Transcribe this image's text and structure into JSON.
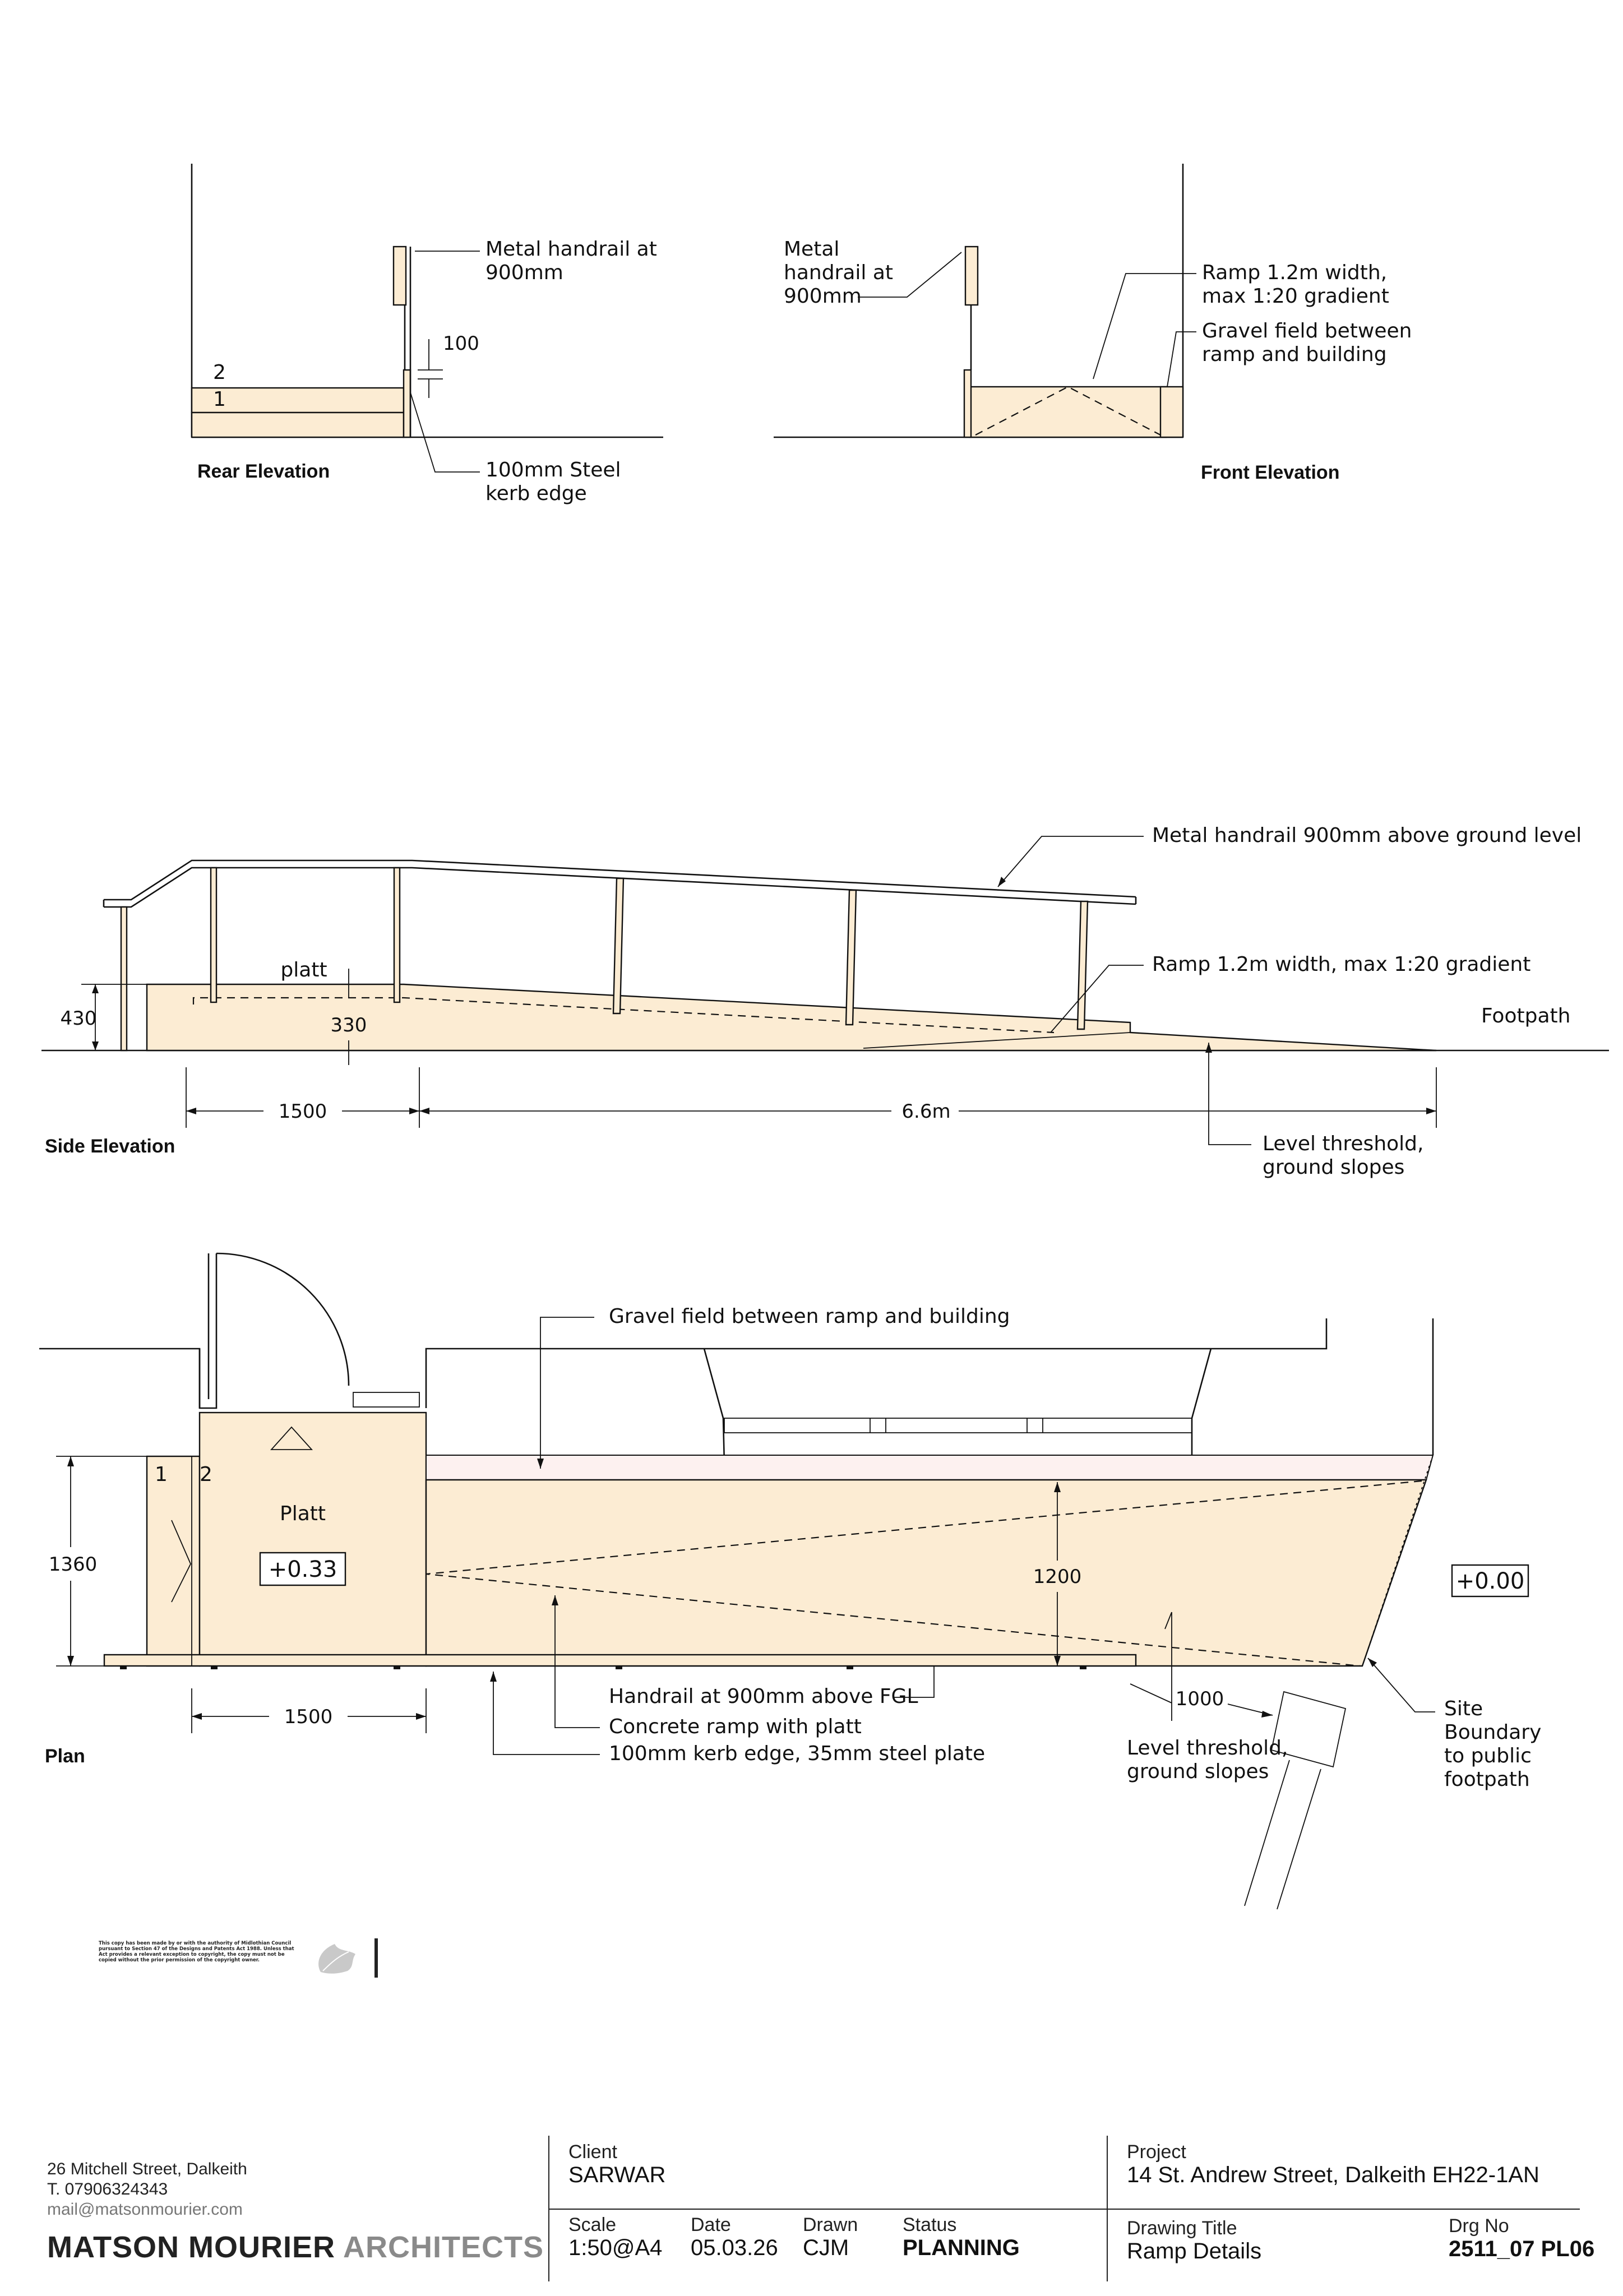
{
  "rear_elevation": {
    "title": "Rear Elevation",
    "step_labels": [
      "2",
      "1"
    ],
    "dim_100": "100",
    "note_handrail": [
      "Metal handrail at",
      "900mm"
    ],
    "note_kerb": [
      "100mm Steel",
      "kerb edge"
    ]
  },
  "front_elevation": {
    "title": "Front Elevation",
    "note_handrail": [
      "Metal",
      "handrail at",
      "900mm"
    ],
    "note_ramp": [
      "Ramp 1.2m width,",
      "max 1:20 gradient"
    ],
    "note_gravel": [
      "Gravel field between",
      "ramp and building"
    ]
  },
  "side_elevation": {
    "title": "Side Elevation",
    "note_handrail": "Metal handrail 900mm above ground level",
    "note_ramp": "Ramp 1.2m width, max 1:20 gradient",
    "label_footpath": "Footpath",
    "label_platt": "platt",
    "dim_430": "430",
    "dim_330": "330",
    "dim_1500": "1500",
    "dim_length": "6.6m",
    "note_threshold": [
      "Level threshold,",
      "ground slopes"
    ]
  },
  "plan": {
    "title": "Plan",
    "note_gravel": "Gravel field between ramp and building",
    "step_labels": [
      "1",
      "2"
    ],
    "label_platt": "Platt",
    "level_platt": "+0.33",
    "level_ground": "+0.00",
    "dim_1360": "1360",
    "dim_1200": "1200",
    "dim_1500": "1500",
    "dim_1000": "1000",
    "note_handrail": "Handrail at 900mm above FGL",
    "note_concrete": "Concrete ramp with platt",
    "note_kerb": "100mm kerb edge, 35mm steel plate",
    "note_threshold": [
      "Level threshold,",
      "ground slopes"
    ],
    "note_boundary": [
      "Site",
      "Boundary",
      "to public",
      "footpath"
    ]
  },
  "copyright_note": "This copy has been made by or with the authority of Midlothian Council pursuant to Section 47 of the Designs and Patents Act 1988. Unless that Act provides a relevant exception to copyright, the copy must not be copied without the prior permission of the copyright owner.",
  "title_block": {
    "address": "26 Mitchell Street, Dalkeith",
    "phone": "T. 07906324343",
    "email": "mail@matsonmourier.com",
    "firm_name": "MATSON MOURIER",
    "firm_suffix": "ARCHITECTS",
    "client_label": "Client",
    "client_value": "SARWAR",
    "project_label": "Project",
    "project_value": "14 St. Andrew Street, Dalkeith  EH22-1AN",
    "scale_label": "Scale",
    "scale_value": "1:50@A4",
    "date_label": "Date",
    "date_value": "05.03.26",
    "drawn_label": "Drawn",
    "drawn_value": "CJM",
    "status_label": "Status",
    "status_value": "PLANNING",
    "drawing_title_label": "Drawing Title",
    "drawing_title_value": "Ramp Details",
    "drg_no_label": "Drg No",
    "drg_no_value": "2511_07 PL06"
  },
  "colors": {
    "ramp_fill": "#fcecd3",
    "gravel_fill": "#fdf1f0",
    "line": "#111111",
    "firm_suffix": "#8a8a8a"
  }
}
